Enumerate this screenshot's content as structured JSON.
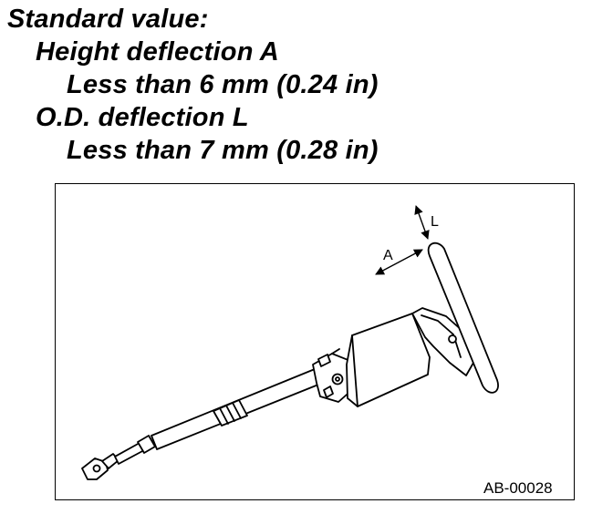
{
  "spec": {
    "heading": "Standard value:",
    "height_title": "Height deflection A",
    "height_value": "Less than 6 mm (0.24 in)",
    "od_title": "O.D. deflection L",
    "od_value": "Less than 7 mm (0.28 in)"
  },
  "diagram": {
    "label_a": "A",
    "label_l": "L",
    "figure_code": "AB-00028"
  }
}
